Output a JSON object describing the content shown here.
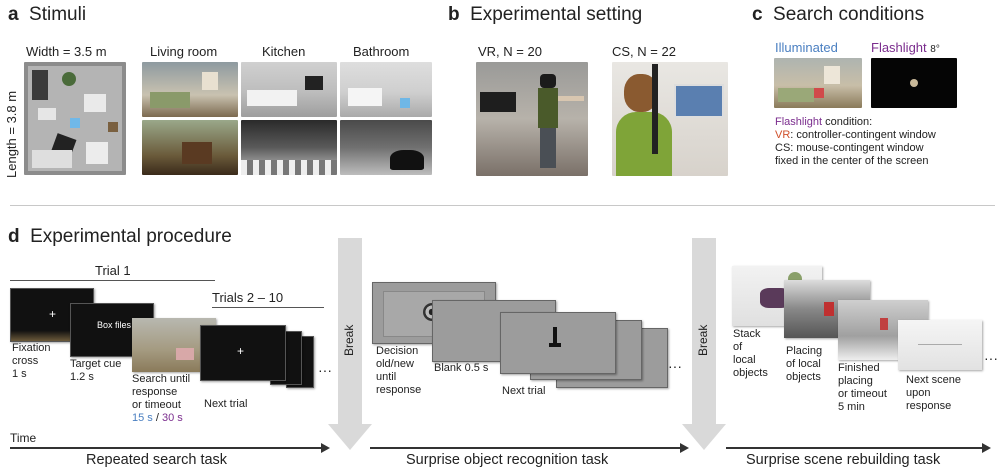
{
  "panel_a": {
    "letter": "a",
    "title": "Stimuli",
    "width_label": "Width = 3.5 m",
    "length_label": "Length = 3.8 m",
    "rooms": [
      "Living room",
      "Kitchen",
      "Bathroom"
    ]
  },
  "panel_b": {
    "letter": "b",
    "title": "Experimental setting",
    "vr": "VR, N = 20",
    "cs": "CS, N = 22"
  },
  "panel_c": {
    "letter": "c",
    "title": "Search conditions",
    "illuminated": "Illuminated",
    "flashlight": "Flashlight",
    "flashlight_deg": "8°",
    "cond_title": "Flashlight",
    "cond_rest": " condition:",
    "vr_prefix": "VR",
    "vr_text": ": controller-contingent window",
    "cs_text": "CS: mouse-contingent window",
    "cs_text2": "fixed in the center of the screen"
  },
  "panel_d": {
    "letter": "d",
    "title": "Experimental procedure",
    "trial1": "Trial 1",
    "trials": "Trials 2 – 10",
    "box_files": "Box files",
    "fixation": [
      "Fixation",
      "cross",
      "1 s"
    ],
    "target": [
      "Target cue",
      "1.2 s"
    ],
    "search": [
      "Search until",
      "response",
      "or timeout"
    ],
    "t15": "15 s",
    "slash": " / ",
    "t30": "30 s",
    "next_trial": "Next trial",
    "ellipsis": "···",
    "time": "Time",
    "break": "Break",
    "decision": [
      "Decision",
      "old/new",
      "until",
      "response"
    ],
    "blank": "Blank 0.5 s",
    "next_trial2": "Next trial",
    "stack": [
      "Stack",
      "of",
      "local",
      "objects"
    ],
    "placing": [
      "Placing",
      "of local",
      "objects"
    ],
    "finished": [
      "Finished",
      "placing",
      "or timeout",
      "5 min"
    ],
    "next_scene": [
      "Next scene",
      "upon",
      "response"
    ],
    "task1": "Repeated search task",
    "task2": "Surprise object recognition task",
    "task3": "Surprise scene rebuilding task"
  },
  "colors": {
    "blue": "#4a7fc1",
    "purple": "#7b2d8e",
    "red": "#d0502a",
    "gray": "#d9d9d9"
  }
}
